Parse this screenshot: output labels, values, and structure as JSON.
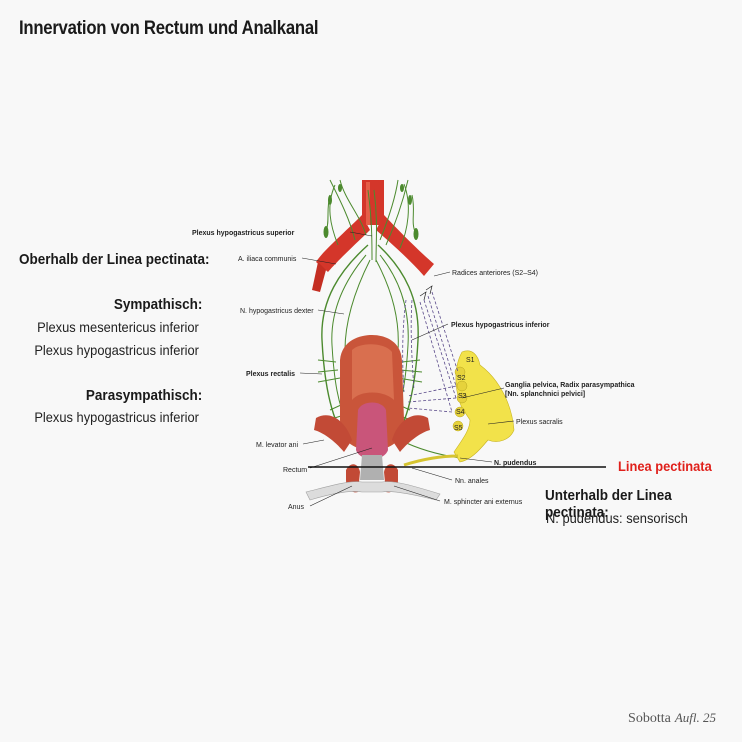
{
  "title": "Innervation von Rectum und Analkanal",
  "above": {
    "heading": "Oberhalb der Linea pectinata:",
    "sympathetic": {
      "heading": "Sympathisch:",
      "items": [
        "Plexus mesentericus inferior",
        "Plexus hypogastricus inferior"
      ]
    },
    "parasympathetic": {
      "heading": "Parasympathisch:",
      "items": [
        "Plexus hypogastricus inferior"
      ]
    }
  },
  "linea": {
    "label": "Linea pectinata",
    "color": "#e0201b"
  },
  "below": {
    "heading": "Unterhalb der Linea pectinata:",
    "text": "N. pudendus: sensorisch"
  },
  "figure_labels": {
    "plexus_hypogastricus_superior": "Plexus hypogastricus superior",
    "a_iliaca_communis": "A. iliaca communis",
    "radices_anteriores": "Radices anteriores (S2–S4)",
    "n_hypogastricus_dexter": "N. hypogastricus dexter",
    "plexus_hypogastricus_inferior": "Plexus hypogastricus inferior",
    "plexus_rectalis": "Plexus rectalis",
    "ganglia_pelvica_1": "Ganglia pelvica, Radix parasympathica",
    "ganglia_pelvica_2": "[Nn. splanchnici pelvici]",
    "plexus_sacralis": "Plexus sacralis",
    "m_levator_ani": "M. levator ani",
    "n_pudendus": "N. pudendus",
    "rectum": "Rectum",
    "nn_anales": "Nn. anales",
    "anus": "Anus",
    "m_sphincter": "M. sphincter ani externus",
    "s1": "S1",
    "s2": "S2",
    "s3": "S3",
    "s4": "S4",
    "s5": "S5"
  },
  "colors": {
    "nerve": "#4c8a2e",
    "artery": "#d4362a",
    "muscle": "#c9553a",
    "sacral_plexus": "#f2e24a",
    "parasympathetic_dash": "#5a4a8a"
  },
  "footer": {
    "brand": "Sobotta",
    "edition": "Aufl. 25"
  }
}
